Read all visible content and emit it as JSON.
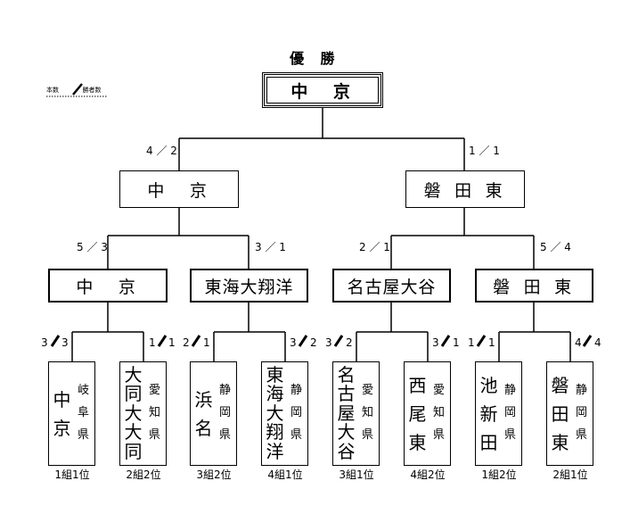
{
  "title": "優 勝",
  "legend": {
    "left": "本数",
    "right": "勝者数"
  },
  "final": {
    "champion": "中　京",
    "score_left": "4 ／ 2",
    "score_right": "1 ／ 1"
  },
  "semifinals": [
    {
      "name": "中　京",
      "score_left": "5 ／ 3",
      "score_right": "3 ／ 1"
    },
    {
      "name": "磐 田 東",
      "score_left": "2 ／ 1",
      "score_right": "5 ／ 4"
    }
  ],
  "quarterfinals": [
    {
      "name": "中　京",
      "score_left": "3",
      "score_left2": "3",
      "score_right": "1",
      "score_right2": "1"
    },
    {
      "name": "東海大翔洋",
      "score_left": "2",
      "score_left2": "1",
      "score_right": "3",
      "score_right2": "2"
    },
    {
      "name": "名古屋大谷",
      "score_left": "3",
      "score_left2": "2",
      "score_right": "3",
      "score_right2": "1"
    },
    {
      "name": "磐 田 東",
      "score_left": "1",
      "score_left2": "1",
      "score_right": "4",
      "score_right2": "4"
    }
  ],
  "teams": [
    {
      "name": [
        "中",
        "京"
      ],
      "pref": [
        "岐",
        "阜",
        "県"
      ],
      "seed": "1組1位"
    },
    {
      "name": [
        "大",
        "同",
        "大",
        "大",
        "同"
      ],
      "pref": [
        "愛",
        "知",
        "県"
      ],
      "seed": "2組2位"
    },
    {
      "name": [
        "浜",
        "名"
      ],
      "pref": [
        "静",
        "岡",
        "県"
      ],
      "seed": "3組2位"
    },
    {
      "name": [
        "東",
        "海",
        "大",
        "翔",
        "洋"
      ],
      "pref": [
        "静",
        "岡",
        "県"
      ],
      "seed": "4組1位"
    },
    {
      "name": [
        "名",
        "古",
        "屋",
        "大",
        "谷"
      ],
      "pref": [
        "愛",
        "知",
        "県"
      ],
      "seed": "3組1位"
    },
    {
      "name": [
        "西",
        "尾",
        "東"
      ],
      "pref": [
        "愛",
        "知",
        "県"
      ],
      "seed": "4組2位"
    },
    {
      "name": [
        "池",
        "新",
        "田"
      ],
      "pref": [
        "静",
        "岡",
        "県"
      ],
      "seed": "1組2位"
    },
    {
      "name": [
        "磐",
        "田",
        "東"
      ],
      "pref": [
        "静",
        "岡",
        "県"
      ],
      "seed": "2組1位"
    }
  ]
}
